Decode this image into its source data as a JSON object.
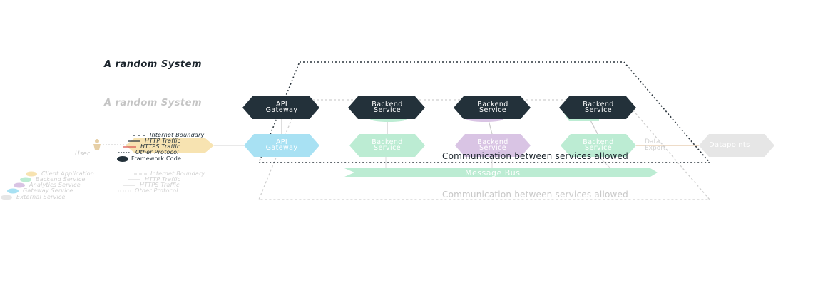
{
  "titles": {
    "top": "A random System",
    "ghost": "A random System"
  },
  "boundary_notes": {
    "top": "Communication between services allowed",
    "ghost": "Communication between services allowed"
  },
  "top_layer": {
    "gateway": "API\nGateway",
    "services": [
      "Backend\nService",
      "Backend\nService",
      "Backend\nService"
    ]
  },
  "ghost_layer": {
    "gateway": "API\nGateway",
    "services": [
      "Backend\nService",
      "Backend\nService",
      "Backend\nService"
    ],
    "message_bus": "Message Bus",
    "external": "Datapoints",
    "data_export": "Data\nExport",
    "user": "User"
  },
  "legend_top": [
    "Internet Boundary",
    "HTTP Traffic",
    "HTTPS Traffic",
    "Other Protocol",
    "Framework Code"
  ],
  "legend_ghost_left": [
    "Client Application",
    "Backend Service",
    "Analytics Service",
    "Gateway Service",
    "External Service"
  ],
  "legend_ghost_right": [
    "Internet Boundary",
    "HTTP Traffic",
    "HTTPS Traffic",
    "Other Protocol"
  ],
  "colors": {
    "dark": "#23313a",
    "gateway": "#a8e1f3",
    "backend": "#bcecd3",
    "analytics": "#d9c4e4",
    "client": "#f7e3b1",
    "external": "#e6e6e6",
    "https": "#d9534f"
  }
}
